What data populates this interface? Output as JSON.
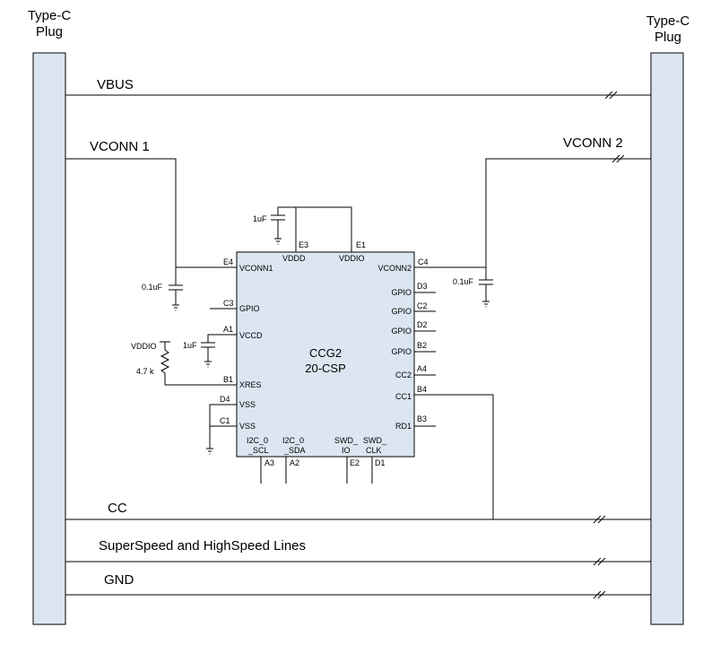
{
  "plugs": {
    "left": [
      "Type-C",
      "Plug"
    ],
    "right": [
      "Type-C",
      "Plug"
    ]
  },
  "signals": {
    "vbus": "VBUS",
    "vconn1": "VCONN 1",
    "vconn2": "VCONN 2",
    "cc": "CC",
    "ss_hs": "SuperSpeed and HighSpeed Lines",
    "gnd": "GND"
  },
  "chip": {
    "name": "CCG2",
    "package": "20-CSP",
    "pins": {
      "E4": "E4",
      "C3": "C3",
      "A1": "A1",
      "B1": "B1",
      "D4": "D4",
      "C1": "C1",
      "E3": "E3",
      "E1": "E1",
      "C4": "C4",
      "D3": "D3",
      "C2": "C2",
      "D2": "D2",
      "B2": "B2",
      "A4": "A4",
      "B4": "B4",
      "B3": "B3",
      "A3": "A3",
      "A2": "A2",
      "E2": "E2",
      "D1": "D1"
    },
    "labels": {
      "vconn1": "VCONN1",
      "gpio": "GPIO",
      "vccd": "VCCD",
      "xres": "XRES",
      "vss": "VSS",
      "vddd": "VDDD",
      "vddio": "VDDIO",
      "vconn2": "VCONN2",
      "cc2": "CC2",
      "cc1": "CC1",
      "rd1": "RD1",
      "i2c_scl": [
        "I2C_0",
        "_SCL"
      ],
      "i2c_sda": [
        "I2C_0",
        "_SDA"
      ],
      "swd_io": [
        "SWD_",
        "IO"
      ],
      "swd_clk": [
        "SWD_",
        "CLK"
      ]
    }
  },
  "components": {
    "cap_1uF": "1uF",
    "cap_01uF": "0.1uF",
    "resistor": "4.7 k",
    "vddio_supply": "VDDIO"
  },
  "colors": {
    "plug_fill": "#dce6f2",
    "chip_fill": "#dce6f2",
    "line": "#000000"
  }
}
